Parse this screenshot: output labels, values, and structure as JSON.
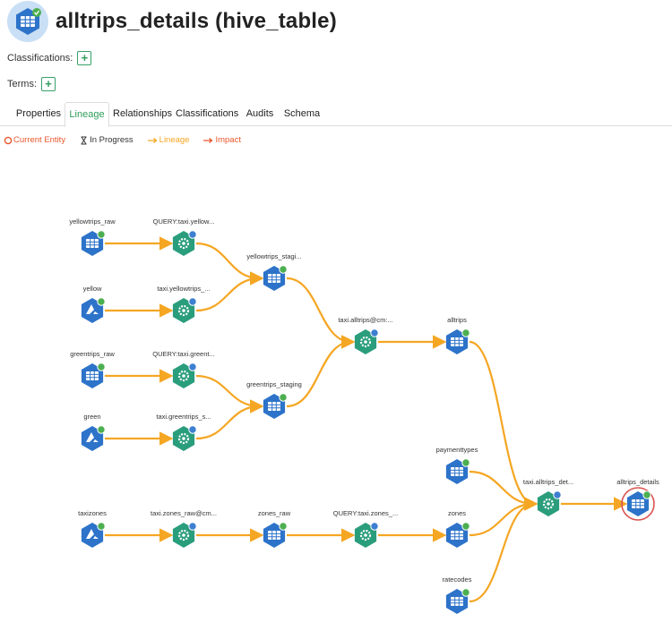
{
  "header": {
    "title": "alltrips_details (hive_table)",
    "icon": "table-icon"
  },
  "classifications": {
    "label": "Classifications:",
    "add": "+"
  },
  "terms": {
    "label": "Terms:",
    "add": "+"
  },
  "tabs": [
    {
      "label": "Properties"
    },
    {
      "label": "Lineage",
      "active": true
    },
    {
      "label": "Relationships"
    },
    {
      "label": "Classifications"
    },
    {
      "label": "Audits"
    },
    {
      "label": "Schema"
    }
  ],
  "legend": {
    "current": "Current Entity",
    "progress": "In Progress",
    "lineage": "Lineage",
    "impact": "Impact",
    "current_color": "#e8582c",
    "lineage_color": "#f5a623",
    "impact_color": "#e8582c"
  },
  "colors": {
    "table": "#2d73c9",
    "process": "#2a9d7c",
    "edge": "#f5a623",
    "highlight": "#d9534f"
  },
  "graph": {
    "nodes": [
      {
        "id": "yellowtrips_raw",
        "label": "yellowtrips_raw",
        "kind": "table"
      },
      {
        "id": "q_yellow",
        "label": "QUERY:taxi.yellow...",
        "kind": "process"
      },
      {
        "id": "yellow",
        "label": "yellow",
        "kind": "azure"
      },
      {
        "id": "p_yellow",
        "label": "taxi.yellowtrips_...",
        "kind": "process"
      },
      {
        "id": "yellowtrips_stag",
        "label": "yellowtrips_stagi...",
        "kind": "table"
      },
      {
        "id": "greentrips_raw",
        "label": "greentrips_raw",
        "kind": "table"
      },
      {
        "id": "q_green",
        "label": "QUERY:taxi.greent...",
        "kind": "process"
      },
      {
        "id": "green",
        "label": "green",
        "kind": "azure"
      },
      {
        "id": "p_green",
        "label": "taxi.greentrips_s...",
        "kind": "process"
      },
      {
        "id": "greentrips_staging",
        "label": "greentrips_staging",
        "kind": "table"
      },
      {
        "id": "p_alltrips",
        "label": "taxi.alltrips@cm:...",
        "kind": "process"
      },
      {
        "id": "alltrips",
        "label": "alltrips",
        "kind": "table"
      },
      {
        "id": "paymenttypes",
        "label": "paymenttypes",
        "kind": "table"
      },
      {
        "id": "p_details",
        "label": "taxi.alltrips_det...",
        "kind": "process"
      },
      {
        "id": "alltrips_details",
        "label": "alltrips_details",
        "kind": "table",
        "current": true
      },
      {
        "id": "taxizones",
        "label": "taxizones",
        "kind": "azure"
      },
      {
        "id": "p_zones",
        "label": "taxi.zones_raw@cm...",
        "kind": "process"
      },
      {
        "id": "zones_raw",
        "label": "zones_raw",
        "kind": "table"
      },
      {
        "id": "q_zones",
        "label": "QUERY:taxi.zones_...",
        "kind": "process"
      },
      {
        "id": "zones",
        "label": "zones",
        "kind": "table"
      },
      {
        "id": "ratecodes",
        "label": "ratecodes",
        "kind": "table"
      }
    ],
    "edges": [
      [
        "yellowtrips_raw",
        "q_yellow"
      ],
      [
        "q_yellow",
        "yellowtrips_stag"
      ],
      [
        "yellow",
        "p_yellow"
      ],
      [
        "p_yellow",
        "yellowtrips_stag"
      ],
      [
        "greentrips_raw",
        "q_green"
      ],
      [
        "q_green",
        "greentrips_staging"
      ],
      [
        "green",
        "p_green"
      ],
      [
        "p_green",
        "greentrips_staging"
      ],
      [
        "yellowtrips_stag",
        "p_alltrips"
      ],
      [
        "greentrips_staging",
        "p_alltrips"
      ],
      [
        "p_alltrips",
        "alltrips"
      ],
      [
        "alltrips",
        "p_details"
      ],
      [
        "paymenttypes",
        "p_details"
      ],
      [
        "zones",
        "p_details"
      ],
      [
        "ratecodes",
        "p_details"
      ],
      [
        "p_details",
        "alltrips_details"
      ],
      [
        "taxizones",
        "p_zones"
      ],
      [
        "p_zones",
        "zones_raw"
      ],
      [
        "zones_raw",
        "q_zones"
      ],
      [
        "q_zones",
        "zones"
      ]
    ]
  }
}
